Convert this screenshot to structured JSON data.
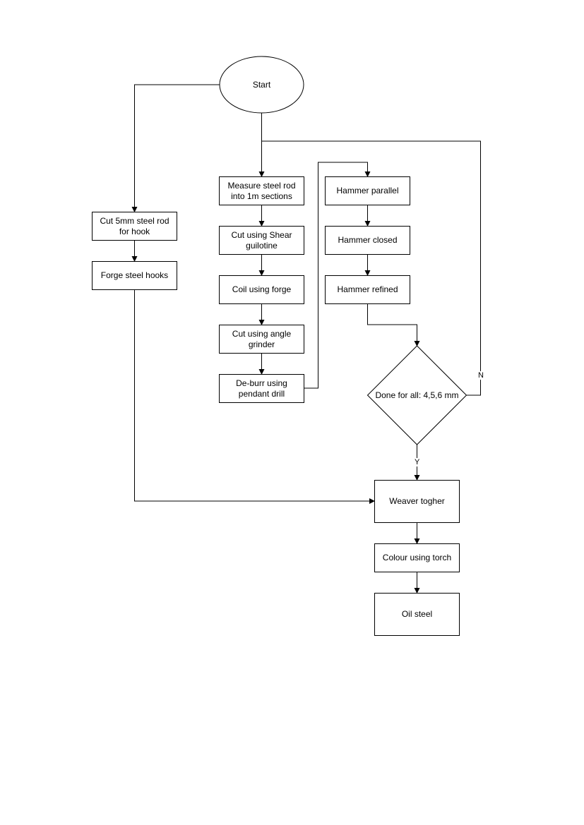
{
  "nodes": {
    "start": "Start",
    "cut_hook": "Cut 5mm steel rod for hook",
    "forge_hooks": "Forge steel hooks",
    "measure": "Measure steel rod into 1m sections",
    "shear": "Cut using Shear guilotine",
    "coil": "Coil using forge",
    "grinder": "Cut using angle grinder",
    "deburr": "De-burr using pendant drill",
    "hammer_parallel": "Hammer parallel",
    "hammer_closed": "Hammer closed",
    "hammer_refined": "Hammer refined",
    "decision": "Done for all: 4,5,6 mm",
    "weave": "Weaver togher",
    "colour": "Colour using torch",
    "oil": "Oil steel"
  },
  "edge_labels": {
    "no": "N",
    "yes": "Y"
  }
}
